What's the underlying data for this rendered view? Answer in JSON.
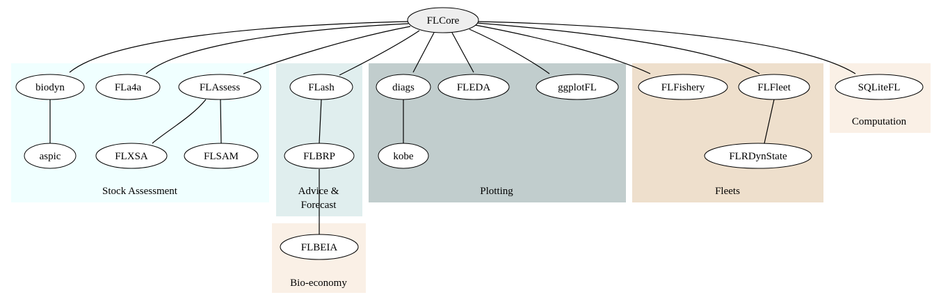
{
  "colors": {
    "stock_assessment": "#f0ffff",
    "advice_forecast": "#e0eeee",
    "plotting": "#c1cdcd",
    "fleets": "#eedfcc",
    "computation": "#faf0e6",
    "bio_economy": "#faf0e6",
    "root_fill": "#eeeeee",
    "node_fill": "#ffffff",
    "line": "#000000"
  },
  "clusters": {
    "stock_assessment": "Stock Assessment",
    "advice_forecast_line1": "Advice &",
    "advice_forecast_line2": "Forecast",
    "plotting": "Plotting",
    "fleets": "Fleets",
    "computation": "Computation",
    "bio_economy": "Bio-economy"
  },
  "nodes": {
    "flcore": "FLCore",
    "biodyn": "biodyn",
    "fla4a": "FLa4a",
    "flassess": "FLAssess",
    "aspic": "aspic",
    "flxsa": "FLXSA",
    "flsam": "FLSAM",
    "flash": "FLash",
    "flbrp": "FLBRP",
    "flbeia": "FLBEIA",
    "diags": "diags",
    "kobe": "kobe",
    "fleda": "FLEDA",
    "ggplotfl": "ggplotFL",
    "flfishery": "FLFishery",
    "flfleet": "FLFleet",
    "flrdynstate": "FLRDynState",
    "sqlitefl": "SQLiteFL"
  }
}
